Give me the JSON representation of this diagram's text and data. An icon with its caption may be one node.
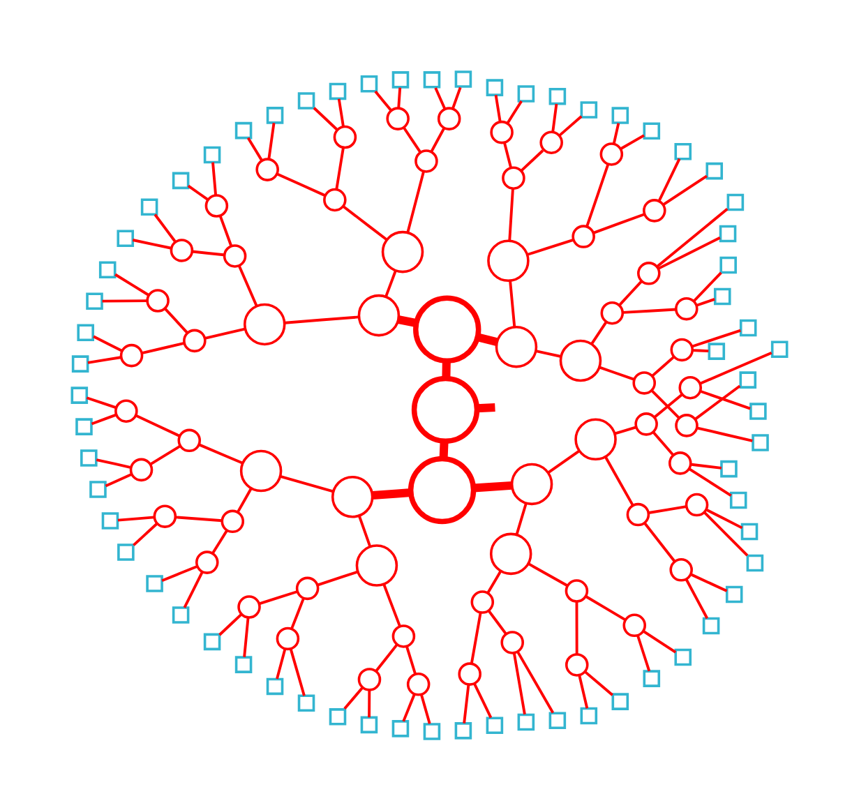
{
  "diagram": {
    "nodes": [
      {
        "text": [],
        "shape": "circle"
      },
      {
        "text": [],
        "shape": "circle"
      },
      {
        "text": [],
        "shape": "circle"
      },
      {
        "text": [],
        "shape": "circle"
      },
      {
        "text": [],
        "shape": "circle"
      },
      {
        "text": [],
        "shape": "circle"
      },
      {
        "text": [],
        "shape": "circle"
      },
      {
        "text": [],
        "shape": "circle"
      },
      {
        "text": [],
        "shape": "circle"
      },
      {
        "text": [],
        "shape": "circle"
      },
      {
        "text": [],
        "shape": "circle"
      },
      {
        "text": [],
        "shape": "circle"
      },
      {
        "text": [],
        "shape": "circle"
      },
      {
        "text": [],
        "shape": "circle"
      },
      {
        "text": [],
        "shape": "circle"
      },
      {
        "text": [],
        "shape": "circle"
      },
      {
        "text": [],
        "shape": "circle"
      },
      {
        "text": [],
        "shape": "circle"
      },
      {
        "text": [],
        "shape": "circle"
      },
      {
        "text": [],
        "shape": "circle"
      },
      {
        "text": [],
        "shape": "circle"
      },
      {
        "text": [],
        "shape": "circle"
      },
      {
        "text": [],
        "shape": "circle"
      },
      {
        "text": [],
        "shape": "circle"
      },
      {
        "text": [],
        "shape": "circle"
      },
      {
        "text": [],
        "shape": "circle"
      },
      {
        "text": [],
        "shape": "circle"
      },
      {
        "text": [],
        "shape": "circle"
      },
      {
        "text": [],
        "shape": "circle"
      },
      {
        "text": [],
        "shape": "circle"
      },
      {
        "text": [],
        "shape": "circle"
      },
      {
        "text": [],
        "shape": "circle"
      },
      {
        "text": [],
        "shape": "circle"
      },
      {
        "text": [],
        "shape": "circle"
      },
      {
        "text": [],
        "shape": "circle"
      },
      {
        "text": [],
        "shape": "circle"
      },
      {
        "text": [],
        "shape": "circle"
      },
      {
        "text": [],
        "shape": "circle"
      },
      {
        "text": [],
        "shape": "circle"
      },
      {
        "text": [],
        "shape": "circle"
      },
      {
        "text": [],
        "shape": "circle"
      },
      {
        "text": [],
        "shape": "circle"
      },
      {
        "text": [],
        "shape": "circle"
      },
      {
        "text": [],
        "shape": "circle"
      },
      {
        "text": [],
        "shape": "circle"
      },
      {
        "text": [],
        "shape": "circle"
      },
      {
        "text": [],
        "shape": "circle"
      },
      {
        "text": [],
        "shape": "circle"
      },
      {
        "text": [],
        "shape": "circle"
      },
      {
        "text": [],
        "shape": "circle"
      },
      {
        "text": [],
        "shape": "circle"
      },
      {
        "text": [],
        "shape": "circle"
      },
      {
        "text": [],
        "shape": "circle"
      },
      {
        "text": [],
        "shape": "circle"
      },
      {
        "text": [],
        "shape": "circle"
      },
      {
        "text": [],
        "shape": "circle"
      },
      {
        "text": [],
        "shape": "circle"
      },
      {
        "text": [],
        "shape": "circle"
      },
      {
        "text": [],
        "shape": "circle"
      },
      {
        "text": [],
        "shape": "circle"
      },
      {
        "text": [],
        "shape": "circle"
      },
      {
        "text": [],
        "shape": "circle"
      },
      {
        "text": [],
        "shape": "circle"
      },
      {
        "text": [],
        "shape": "box"
      },
      {
        "text": [],
        "shape": "box"
      },
      {
        "text": [],
        "shape": "box"
      },
      {
        "text": [],
        "shape": "box"
      },
      {
        "text": [],
        "shape": "box"
      },
      {
        "text": [],
        "shape": "box"
      },
      {
        "text": [],
        "shape": "box"
      },
      {
        "text": [],
        "shape": "box"
      },
      {
        "text": [],
        "shape": "box"
      },
      {
        "text": [],
        "shape": "box"
      },
      {
        "text": [],
        "shape": "box"
      },
      {
        "text": [],
        "shape": "box"
      },
      {
        "text": [],
        "shape": "box"
      },
      {
        "text": [],
        "shape": "box"
      },
      {
        "text": [],
        "shape": "box"
      },
      {
        "text": [],
        "shape": "box"
      },
      {
        "text": [],
        "shape": "box"
      },
      {
        "text": [],
        "shape": "box"
      },
      {
        "text": [],
        "shape": "box"
      },
      {
        "text": [],
        "shape": "box"
      },
      {
        "text": [],
        "shape": "box"
      },
      {
        "text": [],
        "shape": "box"
      },
      {
        "text": [],
        "shape": "box"
      },
      {
        "text": [],
        "shape": "box"
      },
      {
        "text": [],
        "shape": "box"
      },
      {
        "text": [],
        "shape": "box"
      },
      {
        "text": [],
        "shape": "box"
      },
      {
        "text": [],
        "shape": "box"
      },
      {
        "text": [],
        "shape": "box"
      },
      {
        "text": [],
        "shape": "box"
      },
      {
        "text": [],
        "shape": "box"
      },
      {
        "text": [],
        "shape": "box"
      },
      {
        "text": [],
        "shape": "box"
      },
      {
        "text": [],
        "shape": "box"
      },
      {
        "text": [],
        "shape": "box"
      },
      {
        "text": [],
        "shape": "box"
      },
      {
        "text": [],
        "shape": "box"
      },
      {
        "text": [],
        "shape": "box"
      },
      {
        "text": [],
        "shape": "box"
      },
      {
        "text": [],
        "shape": "box"
      },
      {
        "text": [],
        "shape": "box"
      },
      {
        "text": [],
        "shape": "box"
      },
      {
        "text": [],
        "shape": "box"
      },
      {
        "text": [],
        "shape": "box"
      },
      {
        "text": [],
        "shape": "box"
      },
      {
        "text": [],
        "shape": "box"
      },
      {
        "text": [],
        "shape": "box"
      },
      {
        "text": [],
        "shape": "box"
      },
      {
        "text": [],
        "shape": "box"
      },
      {
        "text": [],
        "shape": "box"
      },
      {
        "text": [],
        "shape": "box"
      },
      {
        "text": [],
        "shape": "box"
      },
      {
        "text": [],
        "shape": "box"
      },
      {
        "text": [],
        "shape": "box"
      },
      {
        "text": [],
        "shape": "box"
      },
      {
        "text": [],
        "shape": "box"
      },
      {
        "text": [],
        "shape": "box"
      },
      {
        "text": [],
        "shape": "box"
      },
      {
        "text": [],
        "shape": "box"
      },
      {
        "text": [],
        "shape": "box"
      },
      {
        "text": [],
        "shape": "box"
      },
      {
        "text": [],
        "shape": "box"
      },
      {
        "text": [],
        "shape": "box"
      },
      {
        "text": [],
        "shape": "box"
      }
    ],
    "edges": [
      {
        "from": null,
        "to": 0,
        "arrow": "none",
        "style": "thick"
      },
      {
        "from": 0,
        "to": 1,
        "arrow": "none",
        "style": "thick"
      },
      {
        "from": 0,
        "to": 2,
        "arrow": "none",
        "style": "thick"
      },
      {
        "from": 1,
        "to": 3,
        "arrow": "none",
        "style": "thick"
      },
      {
        "from": 1,
        "to": 4,
        "arrow": "none",
        "style": "thick"
      },
      {
        "from": 2,
        "to": 5,
        "arrow": "none",
        "style": "thick"
      },
      {
        "from": 2,
        "to": 6,
        "arrow": "none",
        "style": "thick"
      },
      {
        "from": 3,
        "to": 7,
        "arrow": "none"
      },
      {
        "from": 3,
        "to": 8,
        "arrow": "none"
      },
      {
        "from": 4,
        "to": 9,
        "arrow": "none"
      },
      {
        "from": 4,
        "to": 10,
        "arrow": "none"
      },
      {
        "from": 5,
        "to": 11,
        "arrow": "none"
      },
      {
        "from": 5,
        "to": 12,
        "arrow": "none"
      },
      {
        "from": 6,
        "to": 13,
        "arrow": "none"
      },
      {
        "from": 6,
        "to": 14,
        "arrow": "none"
      },
      {
        "from": 7,
        "to": 15,
        "arrow": "none"
      },
      {
        "from": 7,
        "to": 16,
        "arrow": "none"
      },
      {
        "from": 8,
        "to": 17,
        "arrow": "none"
      },
      {
        "from": 8,
        "to": 18,
        "arrow": "none"
      },
      {
        "from": 9,
        "to": 19,
        "arrow": "none"
      },
      {
        "from": 9,
        "to": 20,
        "arrow": "none"
      },
      {
        "from": 10,
        "to": 21,
        "arrow": "none"
      },
      {
        "from": 10,
        "to": 22,
        "arrow": "none"
      },
      {
        "from": 11,
        "to": 23,
        "arrow": "none"
      },
      {
        "from": 11,
        "to": 24,
        "arrow": "none"
      },
      {
        "from": 12,
        "to": 25,
        "arrow": "none"
      },
      {
        "from": 12,
        "to": 26,
        "arrow": "none"
      },
      {
        "from": 13,
        "to": 27,
        "arrow": "none"
      },
      {
        "from": 13,
        "to": 28,
        "arrow": "none"
      },
      {
        "from": 14,
        "to": 29,
        "arrow": "none"
      },
      {
        "from": 14,
        "to": 30,
        "arrow": "none"
      },
      {
        "from": 15,
        "to": 31,
        "arrow": "none"
      },
      {
        "from": 15,
        "to": 32,
        "arrow": "none"
      },
      {
        "from": 16,
        "to": 33,
        "arrow": "none"
      },
      {
        "from": 16,
        "to": 34,
        "arrow": "none"
      },
      {
        "from": 17,
        "to": 35,
        "arrow": "none"
      },
      {
        "from": 17,
        "to": 36,
        "arrow": "none"
      },
      {
        "from": 18,
        "to": 37,
        "arrow": "none"
      },
      {
        "from": 18,
        "to": 38,
        "arrow": "none"
      },
      {
        "from": 19,
        "to": 39,
        "arrow": "none"
      },
      {
        "from": 19,
        "to": 40,
        "arrow": "none"
      },
      {
        "from": 20,
        "to": 41,
        "arrow": "none"
      },
      {
        "from": 20,
        "to": 42,
        "arrow": "none"
      },
      {
        "from": 21,
        "to": 43,
        "arrow": "none"
      },
      {
        "from": 21,
        "to": 44,
        "arrow": "none"
      },
      {
        "from": 22,
        "to": 45,
        "arrow": "none"
      },
      {
        "from": 22,
        "to": 46,
        "arrow": "none"
      },
      {
        "from": 23,
        "to": 47,
        "arrow": "none"
      },
      {
        "from": 23,
        "to": 48,
        "arrow": "none"
      },
      {
        "from": 24,
        "to": 49,
        "arrow": "none"
      },
      {
        "from": 24,
        "to": 50,
        "arrow": "none"
      },
      {
        "from": 25,
        "to": 51,
        "arrow": "none"
      },
      {
        "from": 25,
        "to": 52,
        "arrow": "none"
      },
      {
        "from": 26,
        "to": 53,
        "arrow": "none"
      },
      {
        "from": 26,
        "to": 54,
        "arrow": "none"
      },
      {
        "from": 27,
        "to": 55,
        "arrow": "none"
      },
      {
        "from": 27,
        "to": 56,
        "arrow": "none"
      },
      {
        "from": 28,
        "to": 57,
        "arrow": "none"
      },
      {
        "from": 28,
        "to": 58,
        "arrow": "none"
      },
      {
        "from": 29,
        "to": 59,
        "arrow": "none"
      },
      {
        "from": 29,
        "to": 60,
        "arrow": "none"
      },
      {
        "from": 30,
        "to": 61,
        "arrow": "none"
      },
      {
        "from": 30,
        "to": 62,
        "arrow": "none"
      },
      {
        "from": 31,
        "to": 63,
        "arrow": "none"
      },
      {
        "from": 31,
        "to": 64,
        "arrow": "none"
      },
      {
        "from": 32,
        "to": 65,
        "arrow": "none"
      },
      {
        "from": 32,
        "to": 66,
        "arrow": "none"
      },
      {
        "from": 33,
        "to": 67,
        "arrow": "none"
      },
      {
        "from": 33,
        "to": 68,
        "arrow": "none"
      },
      {
        "from": 34,
        "to": 69,
        "arrow": "none"
      },
      {
        "from": 34,
        "to": 70,
        "arrow": "none"
      },
      {
        "from": 35,
        "to": 71,
        "arrow": "none"
      },
      {
        "from": 35,
        "to": 72,
        "arrow": "none"
      },
      {
        "from": 36,
        "to": 73,
        "arrow": "none"
      },
      {
        "from": 36,
        "to": 74,
        "arrow": "none"
      },
      {
        "from": 37,
        "to": 75,
        "arrow": "none"
      },
      {
        "from": 37,
        "to": 76,
        "arrow": "none"
      },
      {
        "from": 38,
        "to": 77,
        "arrow": "none"
      },
      {
        "from": 38,
        "to": 78,
        "arrow": "none"
      },
      {
        "from": 39,
        "to": 79,
        "arrow": "none"
      },
      {
        "from": 39,
        "to": 80,
        "arrow": "none"
      },
      {
        "from": 40,
        "to": 81,
        "arrow": "none"
      },
      {
        "from": 40,
        "to": 82,
        "arrow": "none"
      },
      {
        "from": 41,
        "to": 83,
        "arrow": "none"
      },
      {
        "from": 41,
        "to": 84,
        "arrow": "none"
      },
      {
        "from": 42,
        "to": 85,
        "arrow": "none"
      },
      {
        "from": 42,
        "to": 86,
        "arrow": "none"
      },
      {
        "from": 43,
        "to": 87,
        "arrow": "none"
      },
      {
        "from": 43,
        "to": 88,
        "arrow": "none"
      },
      {
        "from": 44,
        "to": 89,
        "arrow": "none"
      },
      {
        "from": 44,
        "to": 90,
        "arrow": "none"
      },
      {
        "from": 45,
        "to": 91,
        "arrow": "none"
      },
      {
        "from": 45,
        "to": 92,
        "arrow": "none"
      },
      {
        "from": 46,
        "to": 93,
        "arrow": "none"
      },
      {
        "from": 46,
        "to": 94,
        "arrow": "none"
      },
      {
        "from": 47,
        "to": 95,
        "arrow": "none"
      },
      {
        "from": 47,
        "to": 96,
        "arrow": "none"
      },
      {
        "from": 48,
        "to": 97,
        "arrow": "none"
      },
      {
        "from": 48,
        "to": 98,
        "arrow": "none"
      },
      {
        "from": 49,
        "to": 99,
        "arrow": "none"
      },
      {
        "from": 49,
        "to": 100,
        "arrow": "none"
      },
      {
        "from": 50,
        "to": 101,
        "arrow": "none"
      },
      {
        "from": 50,
        "to": 102,
        "arrow": "none"
      },
      {
        "from": 51,
        "to": 103,
        "arrow": "none"
      },
      {
        "from": 51,
        "to": 104,
        "arrow": "none"
      },
      {
        "from": 52,
        "to": 105,
        "arrow": "none"
      },
      {
        "from": 52,
        "to": 106,
        "arrow": "none"
      },
      {
        "from": 53,
        "to": 107,
        "arrow": "none"
      },
      {
        "from": 53,
        "to": 108,
        "arrow": "none"
      },
      {
        "from": 54,
        "to": 109,
        "arrow": "none"
      },
      {
        "from": 54,
        "to": 110,
        "arrow": "none"
      },
      {
        "from": 55,
        "to": 111,
        "arrow": "none"
      },
      {
        "from": 55,
        "to": 112,
        "arrow": "none"
      },
      {
        "from": 56,
        "to": 113,
        "arrow": "none"
      },
      {
        "from": 56,
        "to": 114,
        "arrow": "none"
      },
      {
        "from": 57,
        "to": 115,
        "arrow": "none"
      },
      {
        "from": 57,
        "to": 116,
        "arrow": "none"
      },
      {
        "from": 58,
        "to": 117,
        "arrow": "none"
      },
      {
        "from": 58,
        "to": 118,
        "arrow": "none"
      },
      {
        "from": 59,
        "to": 119,
        "arrow": "none"
      },
      {
        "from": 59,
        "to": 120,
        "arrow": "none"
      },
      {
        "from": 60,
        "to": 121,
        "arrow": "none"
      },
      {
        "from": 60,
        "to": 122,
        "arrow": "none"
      },
      {
        "from": 61,
        "to": 123,
        "arrow": "none"
      },
      {
        "from": 61,
        "to": 124,
        "arrow": "none"
      },
      {
        "from": 62,
        "to": 125,
        "arrow": "none"
      },
      {
        "from": 62,
        "to": 126,
        "arrow": "none"
      }
    ]
  }
}
